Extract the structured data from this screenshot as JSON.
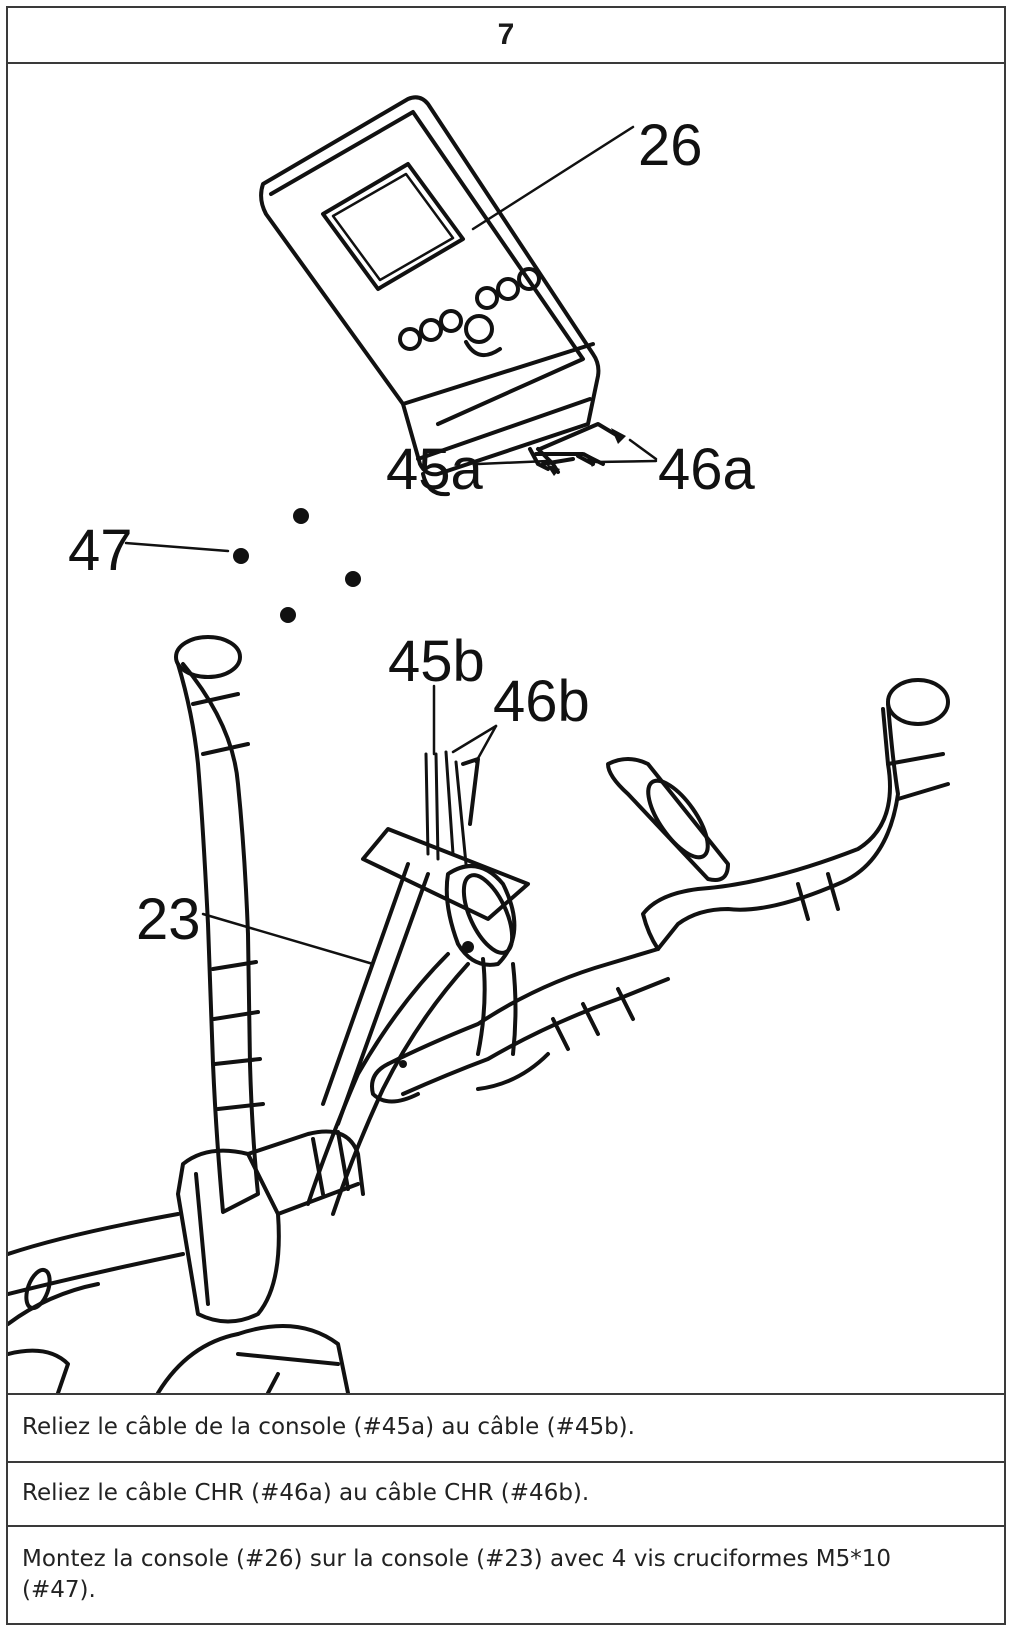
{
  "step": {
    "number": "7"
  },
  "figure": {
    "labels": {
      "console": "26",
      "cable_45a": "45a",
      "cable_46a": "46a",
      "screws": "47",
      "cable_45b": "45b",
      "cable_46b": "46b",
      "mast": "23"
    }
  },
  "instructions": [
    "Reliez le câble de la console (#45a) au câble (#45b).",
    "Reliez le câble CHR (#46a) au câble CHR (#46b).",
    "Montez la console (#26) sur la console (#23) avec 4 vis cruciformes M5*10 (#47)."
  ]
}
